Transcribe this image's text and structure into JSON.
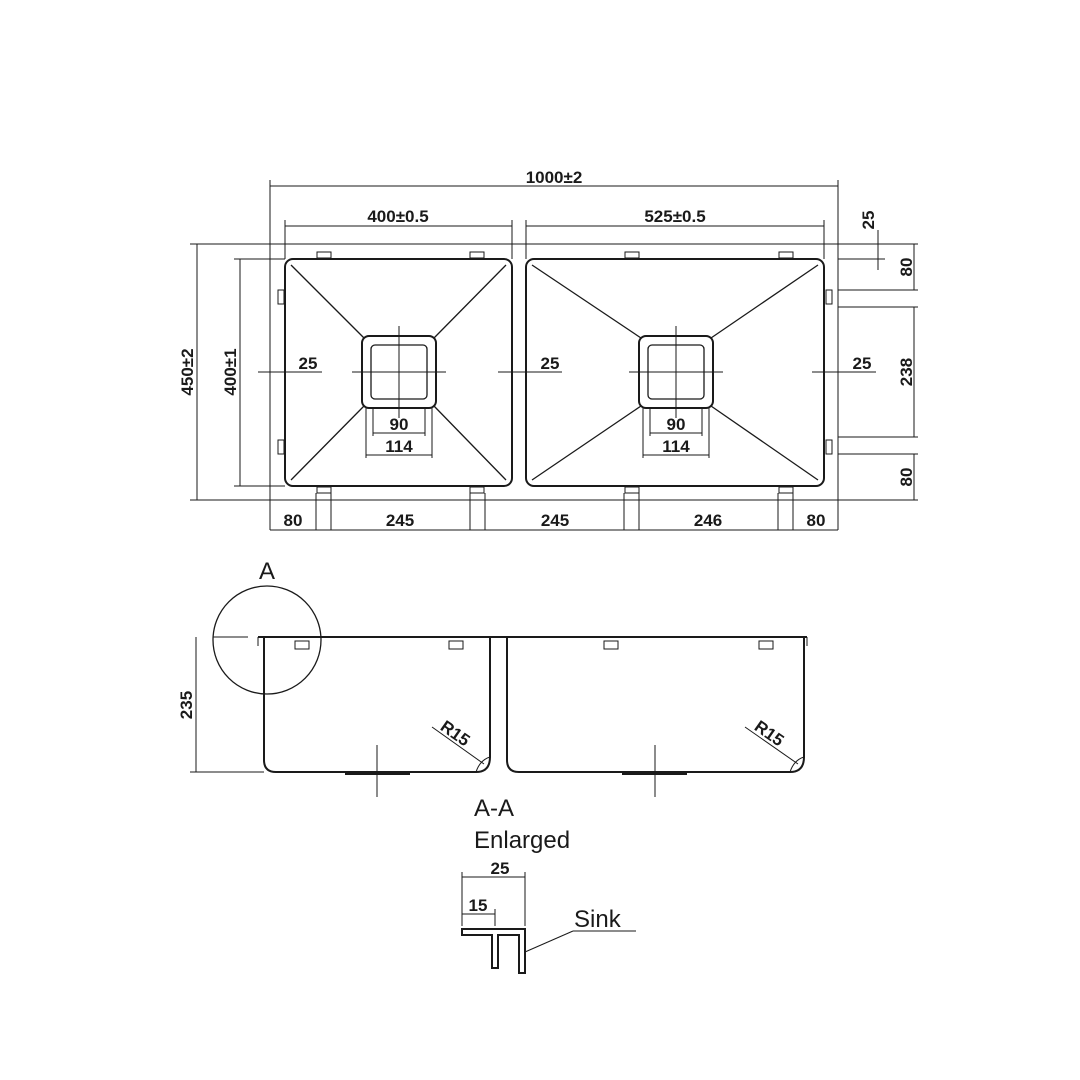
{
  "top_view": {
    "overall_length": "1000±2",
    "left_bowl_width": "400±0.5",
    "right_bowl_width": "525±0.5",
    "overall_width": "450±2",
    "bowl_depth_plan": "400±1",
    "right_offset_top": "25",
    "right_dim_top": "80",
    "right_dim_mid": "238",
    "right_dim_bottom": "80",
    "rim_left": "25",
    "rim_center": "25",
    "rim_right": "25",
    "drain_left_inner": "90",
    "drain_left_outer": "114",
    "drain_right_inner": "90",
    "drain_right_outer": "114",
    "bottom_dims": [
      "80",
      "245",
      "245",
      "246",
      "80"
    ]
  },
  "section_view": {
    "detail_marker": "A",
    "height": "235",
    "radius_left": "R15",
    "radius_right": "R15",
    "section_label": "A-A",
    "enlarged_label": "Enlarged"
  },
  "detail_view": {
    "flange_width": "25",
    "lip_width": "15",
    "sink_label": "Sink"
  }
}
